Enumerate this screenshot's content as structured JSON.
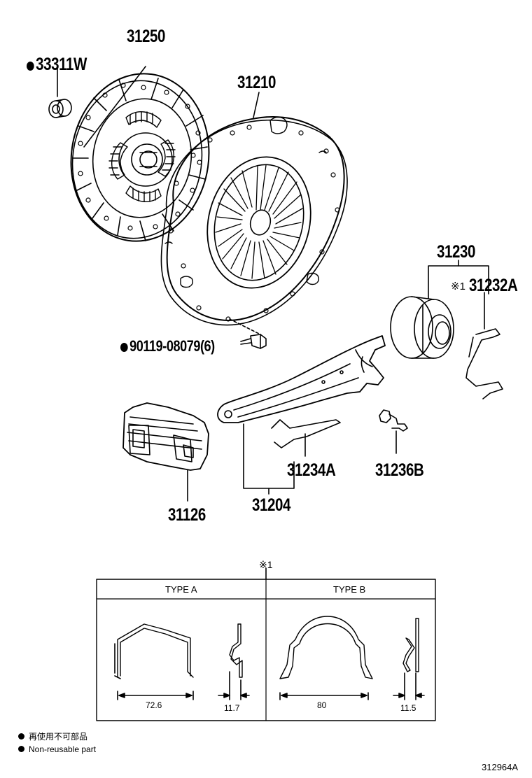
{
  "parts": {
    "p31250": "31250",
    "p33311w": "33311W",
    "p31210": "31210",
    "p90119": "90119-08079(6)",
    "p31230": "31230",
    "p31232a": "31232A",
    "p31232a_mark": "※1",
    "p31234a": "31234A",
    "p31236b": "31236B",
    "p31126": "31126",
    "p31204": "31204"
  },
  "detail": {
    "mark": "※1",
    "type_a": "TYPE A",
    "type_b": "TYPE B",
    "dim_a_width": "72.6",
    "dim_a_thick": "11.7",
    "dim_b_width": "80",
    "dim_b_thick": "11.5"
  },
  "legend": {
    "jp": "再使用不可部品",
    "en": "Non-reusable part"
  },
  "figure_code": "312964A"
}
